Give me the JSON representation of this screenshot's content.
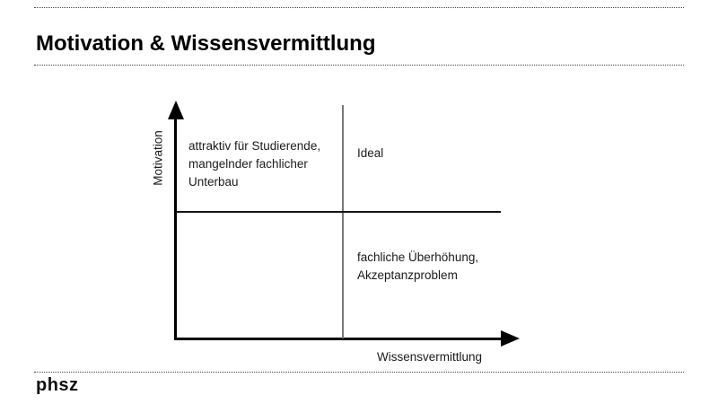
{
  "page": {
    "title": "Motivation & Wissensvermittlung",
    "footer": {
      "logo_text": "phsz"
    }
  },
  "diagram": {
    "y_axis": {
      "label": "Motivation"
    },
    "x_axis": {
      "label": "Wissensvermittlung"
    },
    "quadrants": {
      "top_left": "attraktiv für Studierende,\nmangelnder fachlicher\nUnterbau",
      "top_right": "Ideal",
      "bottom_left": "",
      "bottom_right": "fachliche Überhöhung,\nAkzeptanzproblem"
    },
    "colors": {
      "axis": "#000000",
      "grid_vertical": "#777777",
      "grid_horizontal": "#151515",
      "text": "#1a1a1a"
    }
  }
}
